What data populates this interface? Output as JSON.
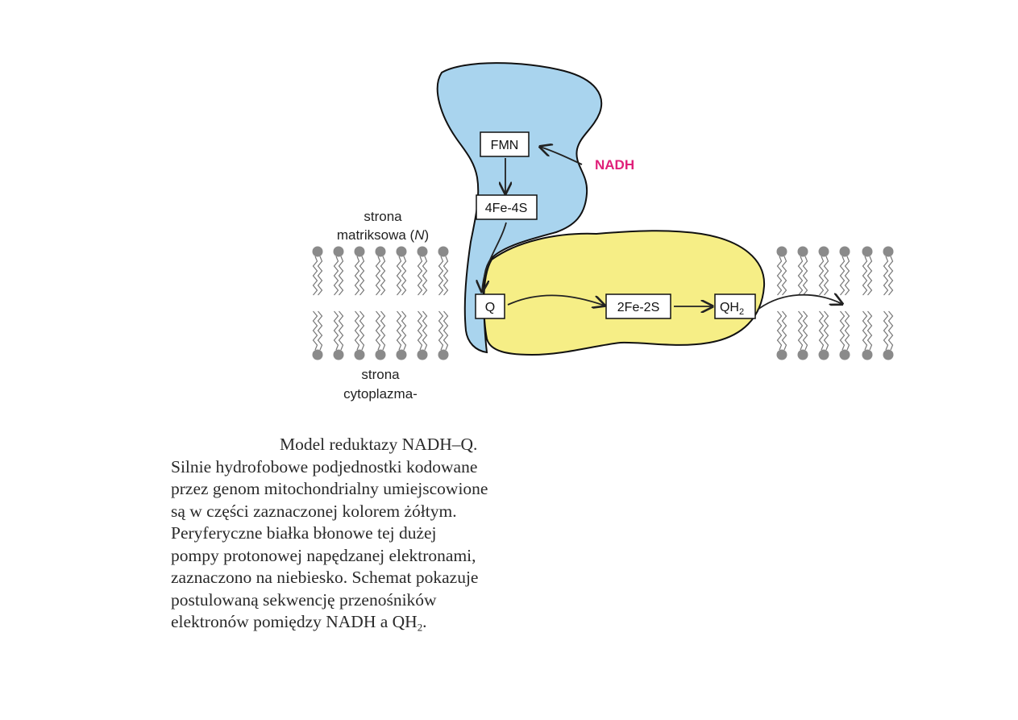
{
  "diagram": {
    "side_matrix_line1": "strona",
    "side_matrix_line2": "matriksowa (",
    "side_matrix_italic": "N",
    "side_matrix_close": ")",
    "side_cyto_line1": "strona",
    "side_cyto_line2": "cytoplazma-",
    "nadh_label": "NADH",
    "nadh_color": "#e0207a",
    "blue_color": "#a9d4ee",
    "yellow_color": "#f6ee86",
    "boxes": {
      "fmn": "FMN",
      "fe4s4": "4Fe-4S",
      "q": "Q",
      "fe2s2": "2Fe-2S",
      "qh2_base": "QH",
      "qh2_sub": "2"
    }
  },
  "caption": {
    "title": "Model reduktazy NADH–Q.",
    "lines": [
      "Silnie hydrofobowe podjednostki kodowane",
      "przez genom mitochondrialny umiejscowione",
      "są w części zaznaczonej kolorem żółtym.",
      "Peryferyczne białka błonowe tej dużej",
      "pompy protonowej napędzanej elektronami,",
      "zaznaczono na niebiesko. Schemat pokazuje",
      "postulowaną sekwencję przenośników"
    ],
    "last_line_base": "elektronów pomiędzy NADH a QH",
    "last_line_sub": "2",
    "last_line_end": "."
  }
}
